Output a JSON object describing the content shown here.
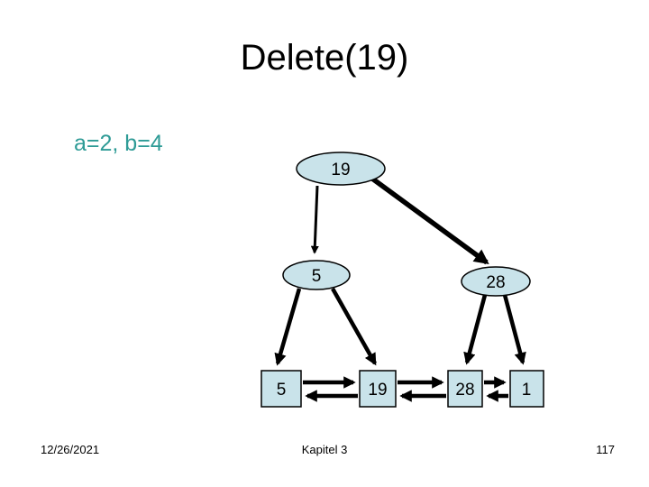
{
  "slide": {
    "title": "Delete(19)",
    "annotation": "a=2, b=4",
    "footer": {
      "date": "12/26/2021",
      "chapter": "Kapitel 3",
      "page": "117"
    }
  },
  "tree": {
    "root": {
      "label": "19"
    },
    "internal": [
      {
        "label": "5"
      },
      {
        "label": "28"
      }
    ],
    "leaves": [
      {
        "label": "5"
      },
      {
        "label": "19"
      },
      {
        "label": "28"
      },
      {
        "label": "1"
      }
    ]
  },
  "colors": {
    "node_fill": "#C9E3EA",
    "node_border": "#000000",
    "annotation_text": "#2E9B96",
    "arrow": "#000000"
  }
}
